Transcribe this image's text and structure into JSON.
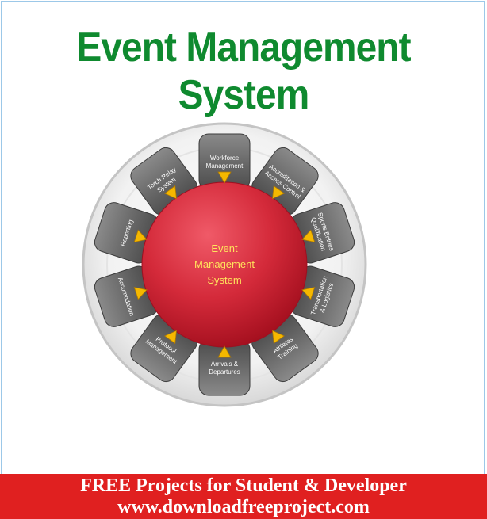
{
  "title": "Event Management System",
  "center": {
    "line1": "Event",
    "line2": "Management",
    "line3": "System"
  },
  "modules": [
    {
      "lines": [
        "Workforce",
        "Management"
      ]
    },
    {
      "lines": [
        "Accreditation &",
        "Access Control"
      ]
    },
    {
      "lines": [
        "Sports Entries",
        "Qualification"
      ]
    },
    {
      "lines": [
        "Transportation",
        "& Logistics"
      ]
    },
    {
      "lines": [
        "Athletes",
        "Training"
      ]
    },
    {
      "lines": [
        "Arrivals &",
        "Departures"
      ]
    },
    {
      "lines": [
        "Protocol",
        "Management"
      ]
    },
    {
      "lines": [
        "Accomodation"
      ]
    },
    {
      "lines": [
        "Reporting"
      ]
    },
    {
      "lines": [
        "Torch Relay",
        "System"
      ]
    }
  ],
  "banner": {
    "line1": "FREE Projects for Student  & Developer",
    "line2": "www.downloadfreeproject.com"
  },
  "colors": {
    "title": "#0f8a2f",
    "center": "#d42a3a",
    "module": "#6e6e6e",
    "arrow": "#f5b800",
    "banner": "#e02020"
  }
}
